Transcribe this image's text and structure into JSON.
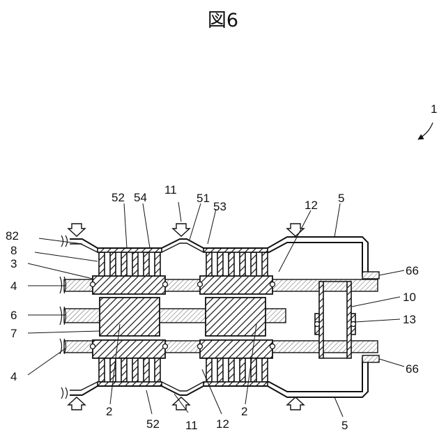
{
  "figure": {
    "title": "図6"
  },
  "labels": {
    "l1": "1",
    "l52_top": "52",
    "l54": "54",
    "l11_top": "11",
    "l51": "51",
    "l53": "53",
    "l12_top": "12",
    "l5_top": "5",
    "l82": "82",
    "l8": "8",
    "l3": "3",
    "l4_top": "4",
    "l6": "6",
    "l7": "7",
    "l4_bot": "4",
    "l66_top": "66",
    "l10": "10",
    "l13": "13",
    "l66_bot": "66",
    "l2_left": "2",
    "l52_bot": "52",
    "l11_bot": "11",
    "l12_bot": "12",
    "l2_right": "2",
    "l5_bot": "5"
  }
}
